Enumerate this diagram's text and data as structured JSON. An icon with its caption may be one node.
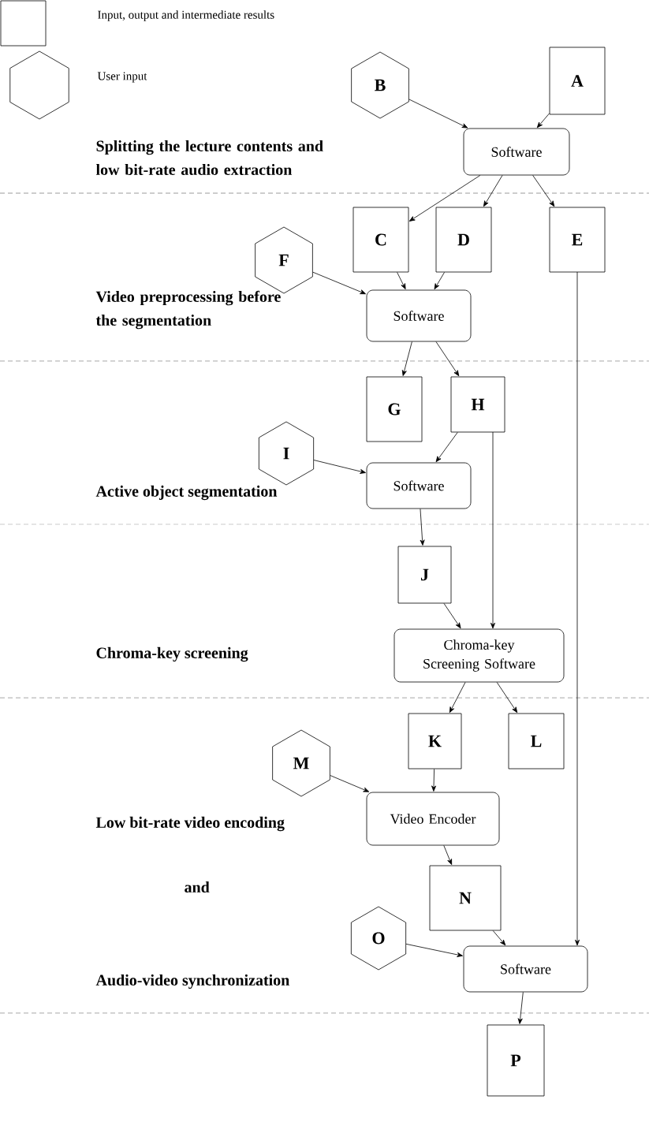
{
  "diagram": {
    "nodes": [
      {
        "text": [
          "B"
        ]
      },
      {
        "text": [
          "A"
        ]
      },
      {
        "text": [
          "Software"
        ]
      },
      {
        "text": [
          "C"
        ]
      },
      {
        "text": [
          "D"
        ]
      },
      {
        "text": [
          "E"
        ]
      },
      {
        "text": [
          "F"
        ]
      },
      {
        "text": [
          "Software"
        ]
      },
      {
        "text": [
          "G"
        ]
      },
      {
        "text": [
          "H"
        ]
      },
      {
        "text": [
          "I"
        ]
      },
      {
        "text": [
          "Software"
        ]
      },
      {
        "text": [
          "J"
        ]
      },
      {
        "text": [
          "Chroma-key Screening Software"
        ]
      },
      {
        "text": [
          "K"
        ]
      },
      {
        "text": [
          "L"
        ]
      },
      {
        "text": [
          "M"
        ]
      },
      {
        "text": [
          "Video Encoder"
        ]
      },
      {
        "text": [
          "N"
        ]
      },
      {
        "text": [
          "O"
        ]
      },
      {
        "text": [
          "Software"
        ]
      },
      {
        "text": [
          "P"
        ]
      }
    ],
    "edges": [
      {
        "from": 0,
        "to": 2,
        "arrow": "to"
      },
      {
        "from": 1,
        "to": 2,
        "arrow": "to"
      },
      {
        "from": 2,
        "to": 3,
        "arrow": "to"
      },
      {
        "from": 2,
        "to": 4,
        "arrow": "to"
      },
      {
        "from": 2,
        "to": 5,
        "arrow": "to"
      },
      {
        "from": 6,
        "to": 7,
        "arrow": "to"
      },
      {
        "from": 3,
        "to": 7,
        "arrow": "to"
      },
      {
        "from": 4,
        "to": 7,
        "arrow": "to"
      },
      {
        "from": 7,
        "to": 8,
        "arrow": "to"
      },
      {
        "from": 7,
        "to": 9,
        "arrow": "to"
      },
      {
        "from": 9,
        "to": 11,
        "arrow": "to"
      },
      {
        "from": 10,
        "to": 11,
        "arrow": "to"
      },
      {
        "from": 11,
        "to": 12,
        "arrow": "to"
      },
      {
        "from": 12,
        "to": 13,
        "arrow": "to"
      },
      {
        "from": 9,
        "to": 13,
        "arrow": "to"
      },
      {
        "from": 13,
        "to": 14,
        "arrow": "to"
      },
      {
        "from": 13,
        "to": 15,
        "arrow": "to"
      },
      {
        "from": 16,
        "to": 17,
        "arrow": "to"
      },
      {
        "from": 14,
        "to": 17,
        "arrow": "to"
      },
      {
        "from": 17,
        "to": 18,
        "arrow": "to"
      },
      {
        "from": 18,
        "to": 20,
        "arrow": "to"
      },
      {
        "from": 5,
        "to": 20,
        "arrow": "to"
      },
      {
        "from": 19,
        "to": 20,
        "arrow": "to"
      },
      {
        "from": 20,
        "to": 21,
        "arrow": "to"
      }
    ],
    "labels": [
      "Splitting the lecture contents and low bit-rate audio extraction",
      "Video preprocessing before the segmentation",
      "Active object segmentation",
      "Chroma-key screening",
      "Low bit-rate video encoding",
      "and",
      "Audio-video synchronization"
    ],
    "legend": [
      {
        "text": "Input, output and intermediate results"
      },
      {
        "text": "User input"
      }
    ]
  }
}
